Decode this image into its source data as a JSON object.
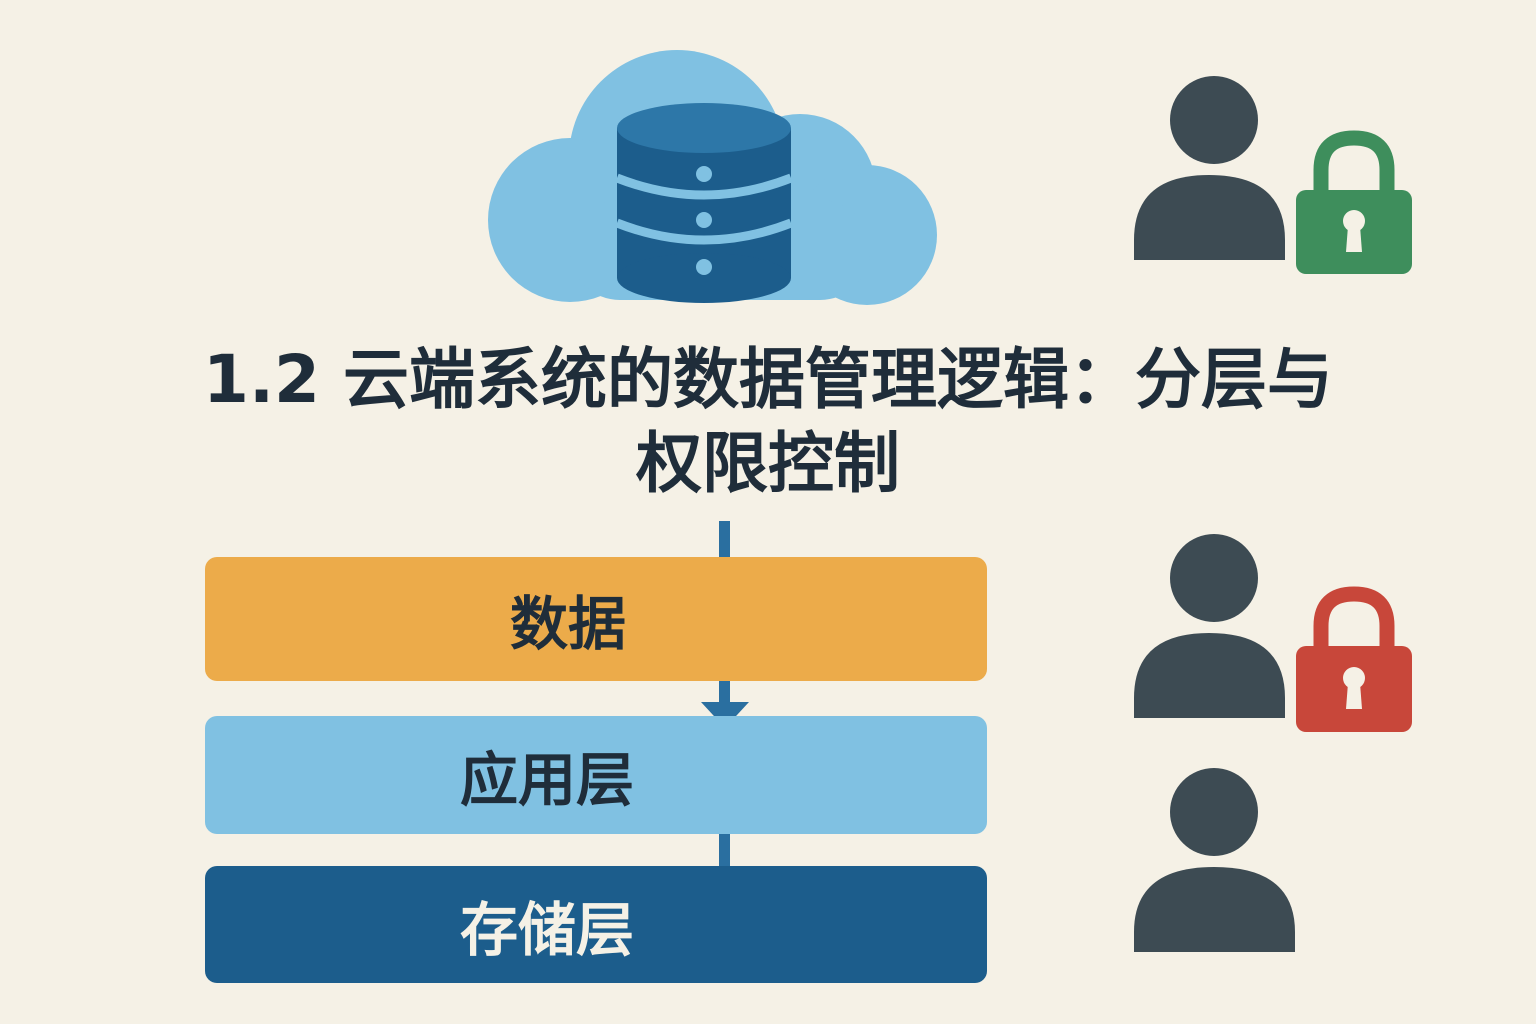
{
  "title": {
    "line1": "1.2 云端系统的数据管理逻辑：分层与",
    "line2": "权限控制"
  },
  "layers": [
    {
      "label": "数据",
      "color": "#ecab4a"
    },
    {
      "label": "应用层",
      "color": "#80c1e2"
    },
    {
      "label": "存储层",
      "color": "#1c5d8c"
    }
  ],
  "icons": {
    "cloud_database": "cloud-database-icon",
    "user_unlocked": "user-icon",
    "lock_green": "lock-icon",
    "lock_red": "lock-icon",
    "user_plain": "user-icon"
  },
  "colors": {
    "background": "#f5f1e6",
    "cloud": "#80c1e2",
    "database": "#1c5d8c",
    "user": "#3d4b53",
    "lock_green": "#3e8e5c",
    "lock_red": "#c8473a",
    "connector": "#2a6fa0"
  }
}
